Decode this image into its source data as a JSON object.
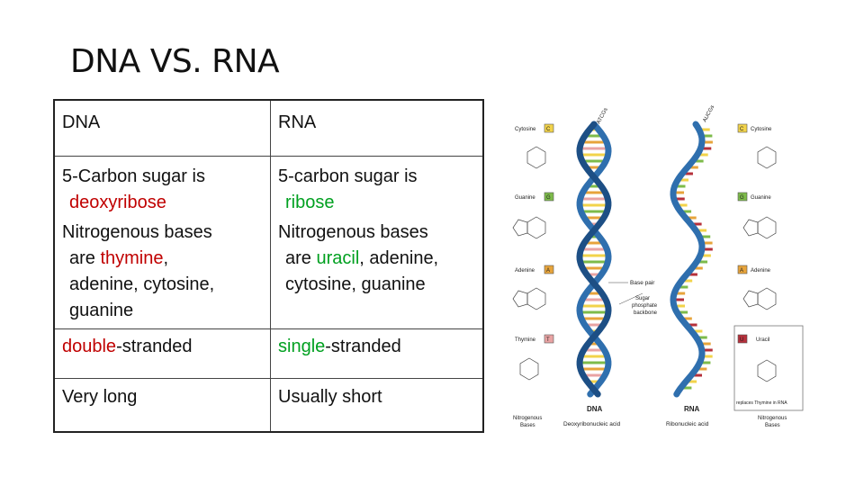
{
  "title": "DNA VS. RNA",
  "table": {
    "header": {
      "dna": "DNA",
      "rna": "RNA"
    },
    "sugar": {
      "dna_line1": "5-Carbon sugar is",
      "dna_line2": "deoxyribose",
      "rna_line1": "5-carbon sugar is",
      "rna_line2": "ribose"
    },
    "bases": {
      "dna_line1": "Nitrogenous bases",
      "dna_are": "are ",
      "dna_thymine": "thymine",
      "dna_comma": ",",
      "dna_line3": "adenine, cytosine,",
      "dna_line4": "guanine",
      "rna_line1": "Nitrogenous bases",
      "rna_are": "are ",
      "rna_uracil": "uracil",
      "rna_rest": ", adenine,",
      "rna_line3": "cytosine, guanine"
    },
    "strand": {
      "dna_colored": "double",
      "dna_rest": "-stranded",
      "rna_colored": "single",
      "rna_rest": "-stranded"
    },
    "length": {
      "dna": "Very long",
      "rna": "Usually short"
    }
  },
  "figure": {
    "left_bases": [
      "Cytosine",
      "Guanine",
      "Adenine",
      "Thymine"
    ],
    "left_letters": [
      "C",
      "G",
      "A",
      "T"
    ],
    "right_bases": [
      "Cytosine",
      "Guanine",
      "Adenine",
      "Uracil"
    ],
    "right_letters": [
      "C",
      "G",
      "A",
      "U"
    ],
    "top_left_label": "ATCGs",
    "top_right_label": "AUCGs",
    "base_pair_label": "Base pair",
    "backbone_line1": "Sugar",
    "backbone_line2": "phosphate",
    "backbone_line3": "backbone",
    "replaces_note": "replaces Thymine in RNA",
    "dna_label": "DNA",
    "dna_full": "Deoxyribonucleic acid",
    "rna_label": "RNA",
    "rna_full": "Ribonucleic acid",
    "bottom_left_line1": "Nitrogenous",
    "bottom_left_line2": "Bases",
    "bottom_right_line1": "Nitrogenous",
    "bottom_right_line2": "Bases",
    "colors": {
      "strand": "#2f6fae",
      "strand_dark": "#1d4f85",
      "cytosine": "#f2d34a",
      "guanine": "#7dbb4a",
      "adenine": "#e7a43b",
      "thymine": "#e9a3a3",
      "uracil": "#b6303b",
      "red_text": "#c00000",
      "green_text": "#00a020"
    }
  }
}
